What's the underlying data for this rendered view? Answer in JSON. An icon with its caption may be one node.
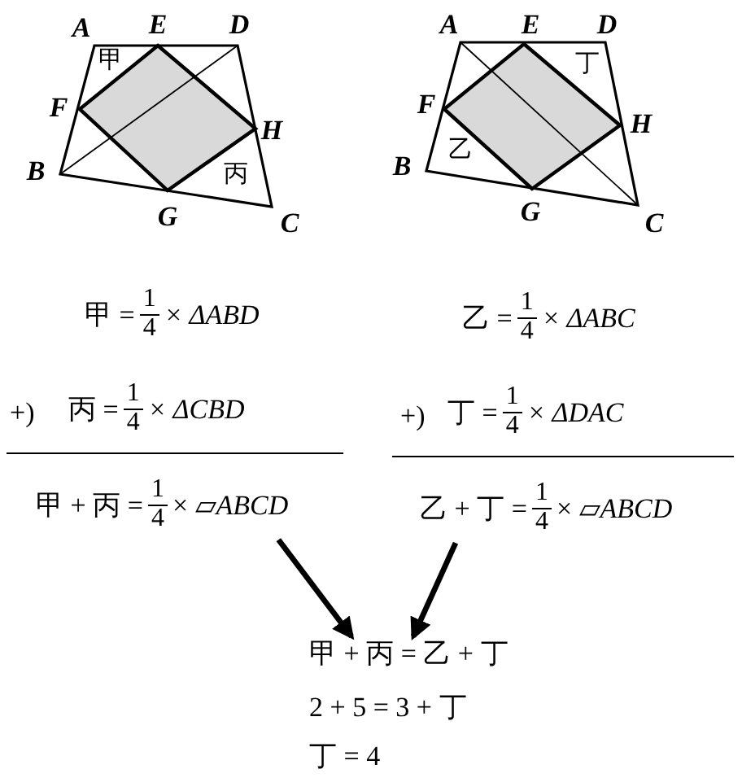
{
  "diagram": {
    "nodes": [
      {
        "text": [
          "甲 + 丙 =",
          "1",
          "4",
          "× ▱*ABCD*"
        ]
      },
      {
        "text": [
          "乙 + 丁 =",
          "1",
          "4",
          "× ▱*ABCD*"
        ]
      },
      {
        "text": [
          "甲 + 丙 = 乙 + 丁"
        ]
      }
    ],
    "edges": [
      {
        "from": 0,
        "to": 2,
        "arrow": "to"
      },
      {
        "from": 1,
        "to": 2,
        "arrow": "to"
      }
    ],
    "labels": [
      "A",
      "E",
      "D",
      "甲",
      "F",
      "H",
      "B",
      "丙",
      "G",
      "C",
      "A",
      "E",
      "D",
      "丁",
      "F",
      "H",
      "B",
      "乙",
      "G",
      "C",
      "甲 =",
      "1",
      "4",
      "× ΔABD",
      "乙 =",
      "1",
      "4",
      "× ΔABC",
      "+)",
      "丙 =",
      "1",
      "4",
      "× ΔCBD",
      "+)",
      "丁 =",
      "1",
      "4",
      "× ΔDAC",
      "2 + 5 = 3 + 丁",
      "丁 = 4"
    ]
  }
}
